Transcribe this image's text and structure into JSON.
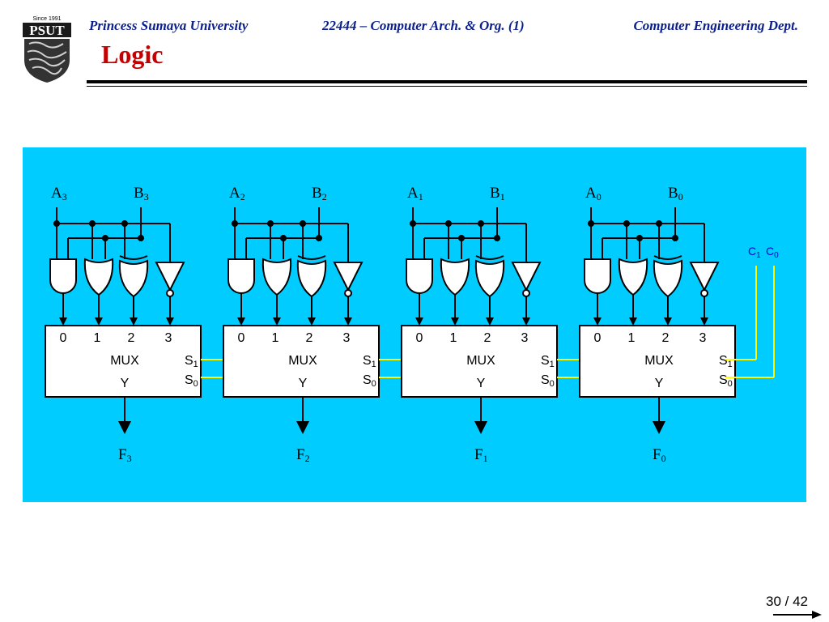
{
  "header": {
    "university": "Princess Sumaya University",
    "course": "22444 – Computer Arch. & Org. (1)",
    "department": "Computer Engineering Dept."
  },
  "logo": {
    "text": "PSUT",
    "since": "Since 1991"
  },
  "slide": {
    "title": "Logic"
  },
  "diagram": {
    "stages": [
      {
        "a": "A",
        "a_sub": "3",
        "b": "B",
        "b_sub": "3",
        "f": "F",
        "f_sub": "3"
      },
      {
        "a": "A",
        "a_sub": "2",
        "b": "B",
        "b_sub": "2",
        "f": "F",
        "f_sub": "2"
      },
      {
        "a": "A",
        "a_sub": "1",
        "b": "B",
        "b_sub": "1",
        "f": "F",
        "f_sub": "1"
      },
      {
        "a": "A",
        "a_sub": "0",
        "b": "B",
        "b_sub": "0",
        "f": "F",
        "f_sub": "0"
      }
    ],
    "mux": {
      "label": "MUX",
      "output_label": "Y",
      "inputs": [
        "0",
        "1",
        "2",
        "3"
      ],
      "sel1": "S",
      "sel1_sub": "1",
      "sel0": "S",
      "sel0_sub": "0"
    },
    "controls": {
      "c1": "C",
      "c1_sub": "1",
      "c0": "C",
      "c0_sub": "0"
    },
    "colors": {
      "panel": "#00ccff",
      "control_lines": "#ffff00",
      "control_text": "#0000cc"
    }
  },
  "footer": {
    "page": "30 / 42"
  }
}
